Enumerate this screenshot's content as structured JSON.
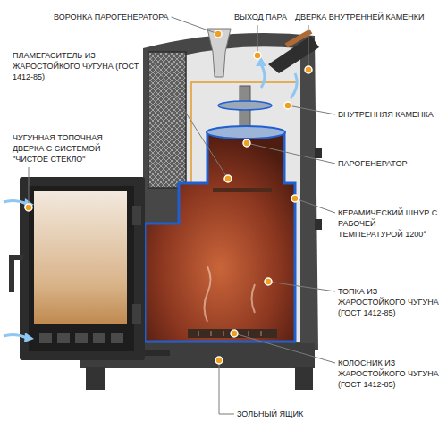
{
  "diagram": {
    "labels": [
      "ВОРОНКА ПАРОГЕНЕРАТОРА",
      "ВЫХОД ПАРА",
      "ДВЕРКА ВНУТРЕННЕЙ КАМЕНКИ",
      "ПЛАМЕГАСИТЕЛЬ ИЗ ЖАРОСТОЙКОГО ЧУГУНА (ГОСТ 1412-85)",
      "ЧУГУННАЯ ТОПОЧНАЯ ДВЕРКА С СИСТЕМОЙ \"ЧИСТОЕ СТЕКЛО\"",
      "ВНУТРЕННЯЯ КАМЕНКА",
      "ПАРОГЕНЕРАТОР",
      "КЕРАМИЧЕСКИЙ ШНУР С РАБОЧЕЙ ТЕМПЕРАТУРОЙ 1200°",
      "ТОПКА ИЗ ЖАРОСТОЙКОГО ЧУГУНА (ГОСТ 1412-85)",
      "КОЛОСНИК ИЗ ЖАРОСТОЙКОГО ЧУГУНА (ГОСТ 1412-85)",
      "ЗОЛЬНЫЙ ЯЩИК"
    ]
  }
}
